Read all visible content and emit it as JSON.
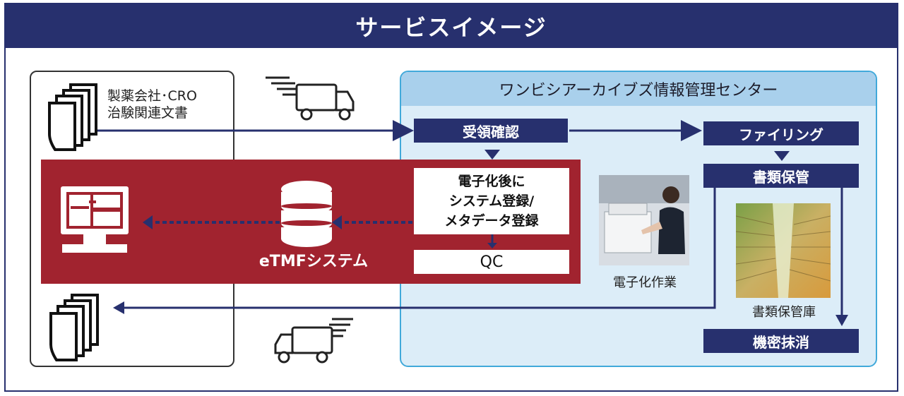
{
  "title": "サービスイメージ",
  "client": {
    "line1": "製薬会社･CRO",
    "line2": "治験関連文書"
  },
  "center": {
    "title": "ワンビシアーカイブズ情報管理センター"
  },
  "steps": {
    "receive": "受領確認",
    "digitize": [
      "電子化後に",
      "システム登録/",
      "メタデータ登録"
    ],
    "qc": "QC",
    "filing": "ファイリング",
    "storage": "書類保管",
    "destroy": "機密抹消"
  },
  "etmf": "eTMFシステム",
  "captions": {
    "scan_work": "電子化作業",
    "warehouse": "書類保管庫"
  },
  "colors": {
    "navy": "#27306e",
    "crimson": "#a1232f",
    "light_blue": "#dcedf8",
    "blue_border": "#41a9da"
  },
  "icons": [
    "documents-icon",
    "delivery-truck-icon",
    "monitor-icon",
    "database-icon",
    "return-truck-icon"
  ]
}
